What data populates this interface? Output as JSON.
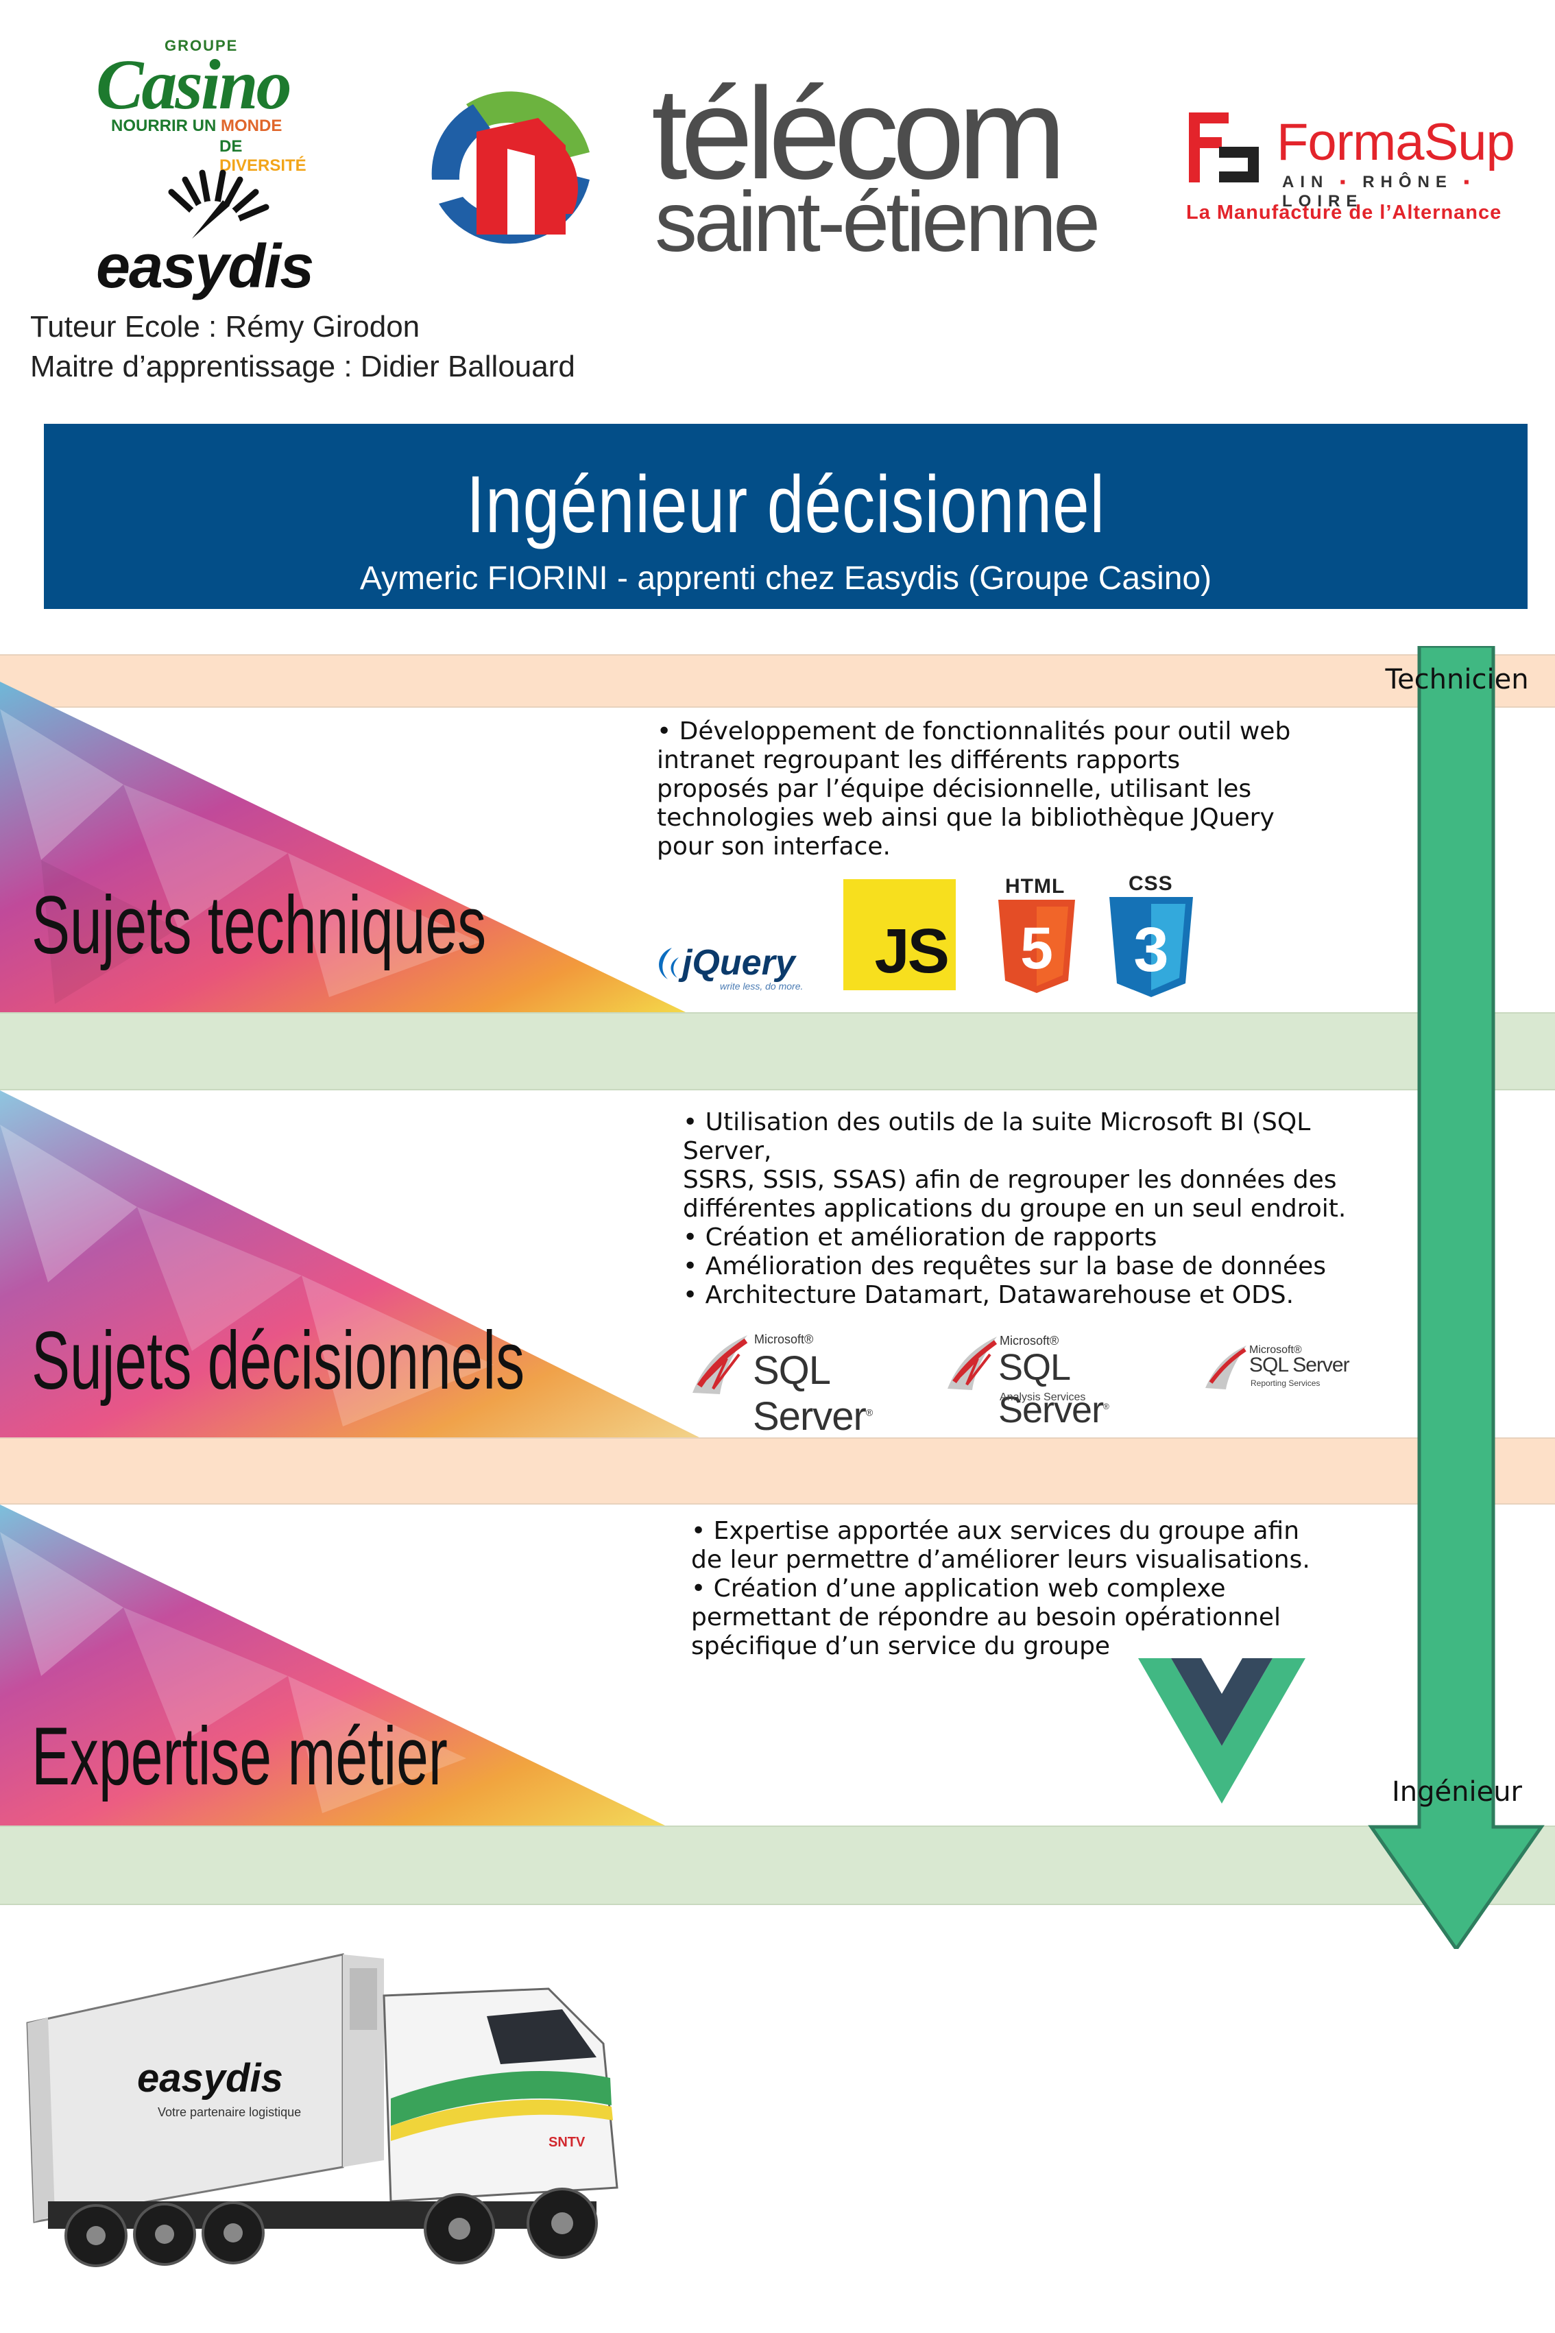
{
  "logos": {
    "casino": {
      "group": "GROUPE",
      "name": "Casino",
      "tagline_1": "NOURRIR UN",
      "tagline_1_accent": "MONDE",
      "tagline_2": "DE",
      "tagline_2_accent": "DIVERSITÉ"
    },
    "easydis": {
      "name": "easydis"
    },
    "telecom": {
      "line1": "télécom",
      "line2": "saint-étienne"
    },
    "formasup": {
      "name": "FormaSup",
      "sub_1": "AIN",
      "sub_2": "RHÔNE",
      "sub_3": "LOIRE",
      "tagline": "La Manufacture de l’Alternance"
    }
  },
  "tutors": {
    "school": "Tuteur Ecole : Rémy Girodon",
    "company": "Maitre d’apprentissage : Didier Ballouard"
  },
  "banner": {
    "title": "Ingénieur décisionnel",
    "subtitle": "Aymeric FIORINI - apprenti chez Easydis (Groupe Casino)"
  },
  "timeline": {
    "start_label": "Technicien",
    "end_label": "Ingénieur"
  },
  "sections": [
    {
      "title": "Sujets techniques",
      "text": "• Développement de fonctionnalités pour outil web\nintranet regroupant les différents rapports\nproposés par l’équipe décisionnelle, utilisant les\ntechnologies web ainsi que la bibliothèque JQuery\npour son interface.",
      "logos": {
        "jquery": "jQuery",
        "jquery_tag": "write less, do more.",
        "js": "JS",
        "html": "HTML",
        "html_num": "5",
        "css": "CSS",
        "css_num": "3"
      }
    },
    {
      "title": "Sujets décisionnels",
      "text": "• Utilisation des outils de la suite Microsoft BI (SQL Server,\nSSRS, SSIS, SSAS) afin de regrouper les données des\ndifférentes applications du groupe en un seul endroit.\n• Création et amélioration de rapports\n• Amélioration des requêtes sur la base de données\n• Architecture Datamart, Datawarehouse et ODS.",
      "logos": {
        "ms": "Microsoft®",
        "sql": "SQL Server",
        "sql_suffix": "®",
        "analysis": "Analysis Services",
        "reporting": "Reporting Services"
      }
    },
    {
      "title": "Expertise métier",
      "text": "• Expertise apportée aux services du groupe afin\nde leur permettre d’améliorer leurs visualisations.\n• Création d’une application web complexe\npermettant de répondre au besoin opérationnel\nspécifique d’un service du groupe"
    }
  ],
  "truck": {
    "brand": "easydis",
    "tagline": "Votre partenaire logistique",
    "code": "SNTV"
  },
  "colors": {
    "banner": "#034e88",
    "peach_band": "#fde0c8",
    "green_band": "#d9e8d1",
    "arrow": "#40b882",
    "formasup_red": "#e3242b",
    "casino_green": "#1d7a2e"
  }
}
